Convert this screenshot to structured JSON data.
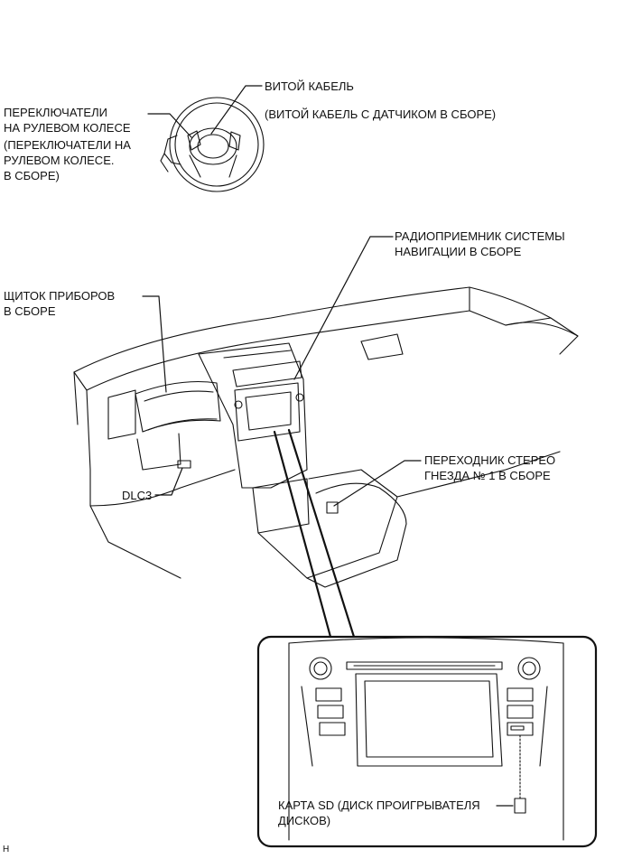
{
  "labels": {
    "spiral_cable": "ВИТОЙ КАБЕЛЬ",
    "spiral_cable_note": "(ВИТОЙ КАБЕЛЬ С ДАТЧИКОМ В СБОРЕ)",
    "steering_switches": [
      "ПЕРЕКЛЮЧАТЕЛИ",
      "НА РУЛЕВОМ КОЛЕСЕ"
    ],
    "steering_switches_note": [
      "(ПЕРЕКЛЮЧАТЕЛИ НА",
      "РУЛЕВОМ КОЛЕСЕ.",
      "В СБОРЕ)"
    ],
    "nav_receiver": [
      "РАДИОПРИЕМНИК СИСТЕМЫ",
      "НАВИГАЦИИ В СБОРЕ"
    ],
    "instrument_cluster": [
      "ЩИТОК ПРИБОРОВ",
      "В СБОРЕ"
    ],
    "stereo_jack": [
      "ПЕРЕХОДНИК СТЕРЕО",
      "ГНЕЗДА № 1 В СБОРЕ"
    ],
    "dlc3": "DLC3",
    "sd_card": [
      "КАРТА SD (ДИСК ПРОИГРЫВАТЕЛЯ",
      "ДИСКОВ)"
    ],
    "corner_mark": "H"
  }
}
